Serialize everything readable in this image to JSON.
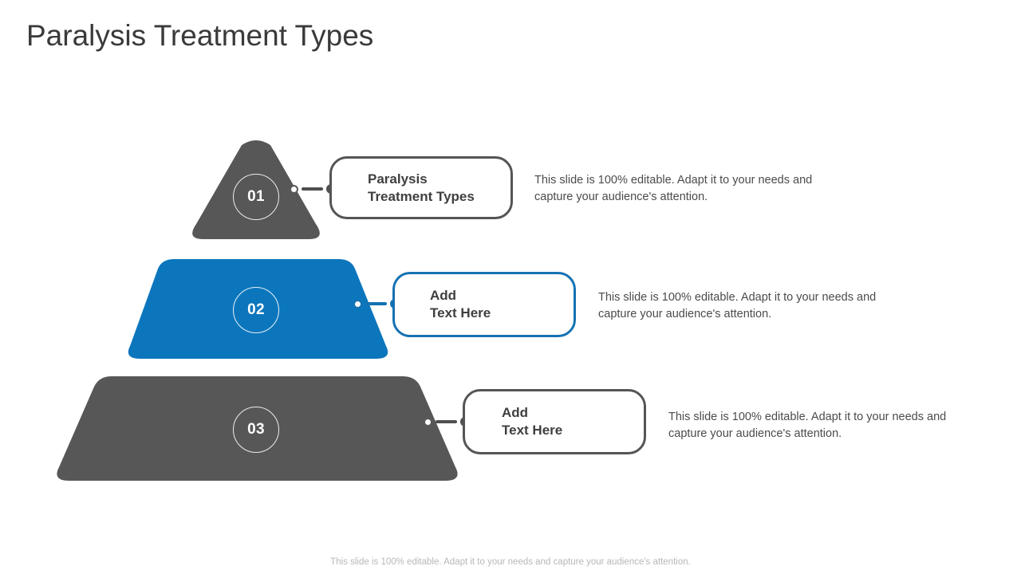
{
  "slide": {
    "title": "Paralysis Treatment Types",
    "footer_note": "This slide is 100% editable. Adapt it to your needs and capture your audience's attention.",
    "background_color": "#ffffff"
  },
  "palette": {
    "accent_blue": "#0c76bd",
    "accent_blue_border": "#1572b2",
    "dark_gray": "#575757",
    "box_border_gray": "#555555",
    "title_text": "#3a3a3a",
    "body_text": "#4b4b4b",
    "footer_text": "#b7b7b7"
  },
  "pyramid": {
    "tiers": [
      {
        "number": "01",
        "shape": "rounded-triangle",
        "fill_color": "#575757",
        "label": "Paralysis\nTreatment Types",
        "label_border_color": "#555555",
        "connector_color": "#4f4f4f",
        "description": "This slide is 100% editable. Adapt it to your needs and capture your audience's attention."
      },
      {
        "number": "02",
        "shape": "rounded-trapezoid",
        "fill_color": "#0c76bd",
        "label": "Add\nText Here",
        "label_border_color": "#1572b2",
        "connector_color": "#1572b2",
        "description": "This slide is 100% editable. Adapt it to your needs and capture your audience's attention."
      },
      {
        "number": "03",
        "shape": "rounded-trapezoid",
        "fill_color": "#575757",
        "label": "Add\nText Here",
        "label_border_color": "#555555",
        "connector_color": "#4f4f4f",
        "description": "This slide is 100% editable. Adapt it to your needs and capture your audience's attention."
      }
    ]
  }
}
